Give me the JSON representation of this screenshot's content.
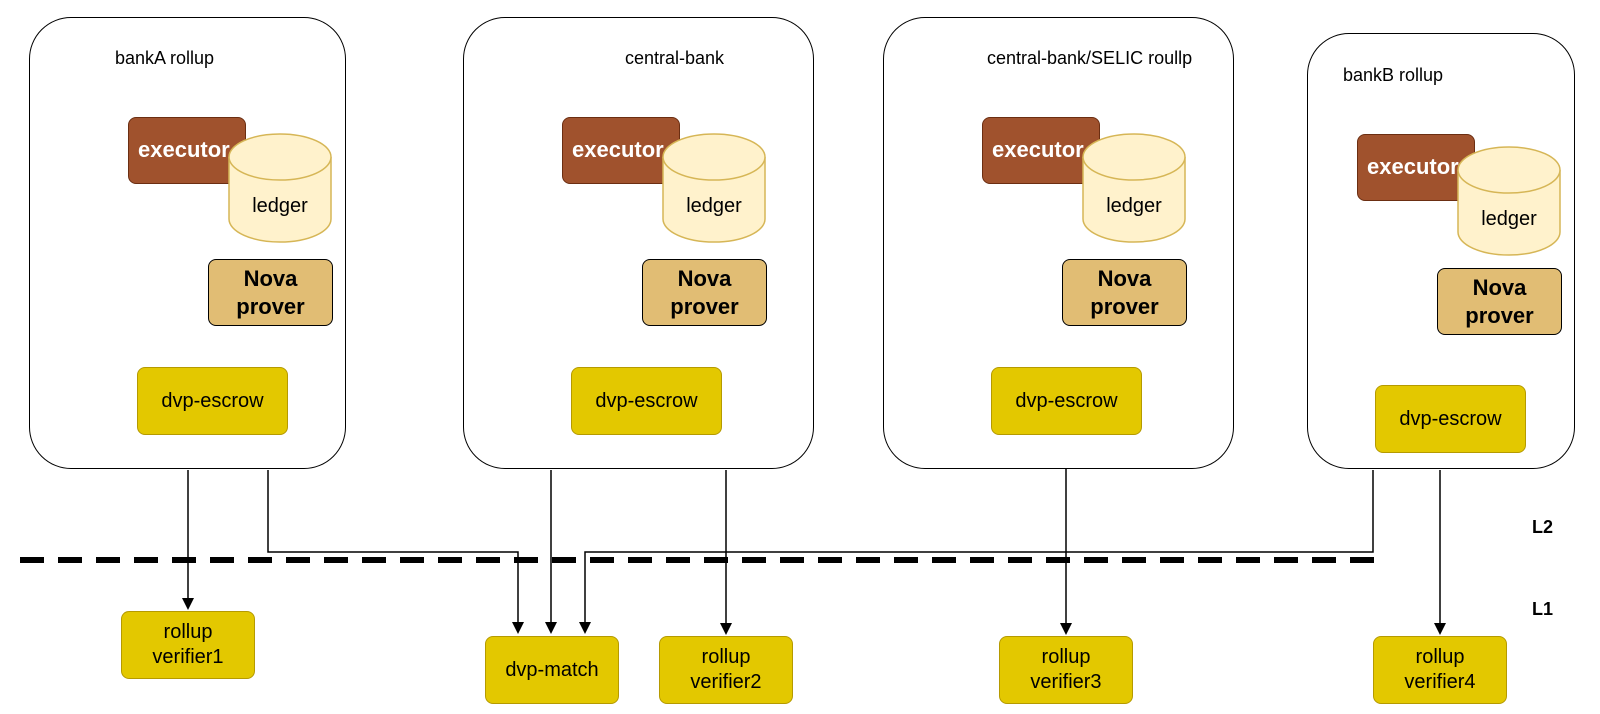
{
  "rollups": [
    {
      "title": "bankA rollup",
      "executor": "executor",
      "ledger": "ledger",
      "prover": "Nova\nprover",
      "escrow": "dvp-escrow"
    },
    {
      "title": "central-bank",
      "executor": "executor",
      "ledger": "ledger",
      "prover": "Nova\nprover",
      "escrow": "dvp-escrow"
    },
    {
      "title": "central-bank/SELIC roullp",
      "executor": "executor",
      "ledger": "ledger",
      "prover": "Nova\nprover",
      "escrow": "dvp-escrow"
    },
    {
      "title": "bankB rollup",
      "executor": "executor",
      "ledger": "ledger",
      "prover": "Nova\nprover",
      "escrow": "dvp-escrow"
    }
  ],
  "l1": {
    "verifier1": "rollup\nverifier1",
    "match": "dvp-match",
    "verifier2": "rollup\nverifier2",
    "verifier3": "rollup\nverifier3",
    "verifier4": "rollup\nverifier4"
  },
  "layers": {
    "l2": "L2",
    "l1": "L1"
  }
}
